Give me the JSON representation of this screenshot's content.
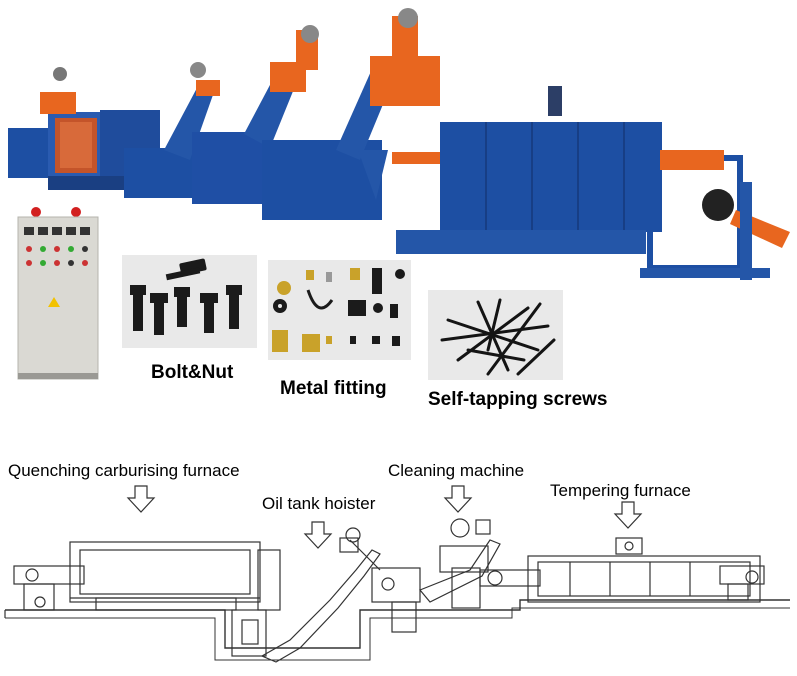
{
  "product_labels": {
    "bolt_nut": "Bolt&Nut",
    "metal_fitting": "Metal fitting",
    "screws": "Self-tapping screws"
  },
  "diagram_labels": {
    "quenching": "Quenching carburising furnace",
    "oil_tank": "Oil tank hoister",
    "cleaning": "Cleaning machine",
    "tempering": "Tempering furnace"
  },
  "colors": {
    "machine_blue": "#1d4fa3",
    "machine_orange": "#e8661f",
    "cabinet_gray": "#d9d9d4",
    "line_drawing": "#333333"
  }
}
